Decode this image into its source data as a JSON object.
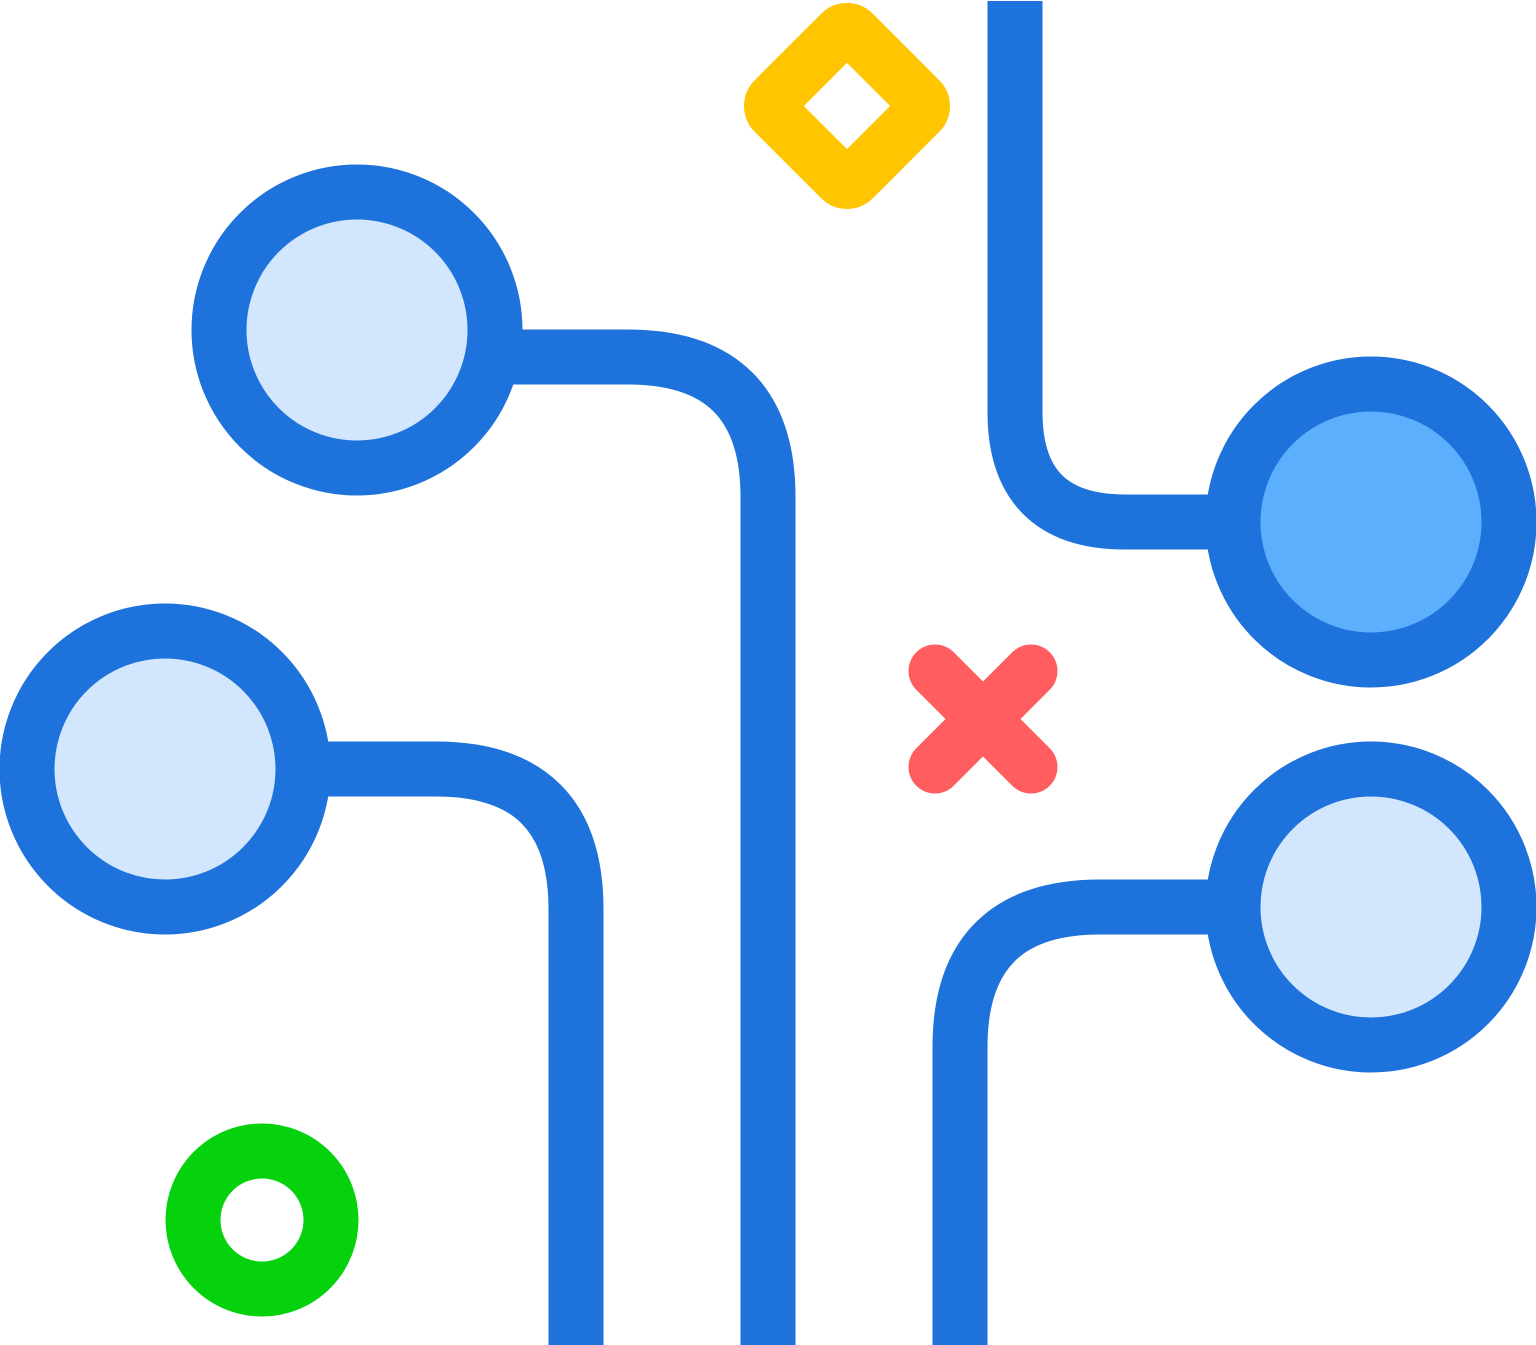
{
  "illustration": {
    "name": "circuit-tree-illustration",
    "colors": {
      "trace": "#1e72dc",
      "node_fill_light": "#d2e7fd",
      "node_fill_highlight": "#5caffd",
      "diamond": "#ffc500",
      "cross": "#ff5d5f",
      "ring": "#05d20d",
      "background": "#ffffff"
    },
    "nodes": [
      {
        "id": "top-left-node",
        "icon": "circle-node",
        "state": "default"
      },
      {
        "id": "middle-left-node",
        "icon": "circle-node",
        "state": "default"
      },
      {
        "id": "top-right-node",
        "icon": "circle-node",
        "state": "highlighted"
      },
      {
        "id": "bottom-right-node",
        "icon": "circle-node",
        "state": "default"
      }
    ],
    "decorations": [
      {
        "id": "diamond",
        "icon": "diamond-outline-icon"
      },
      {
        "id": "cross",
        "icon": "x-mark-icon"
      },
      {
        "id": "ring",
        "icon": "ring-icon"
      }
    ]
  }
}
